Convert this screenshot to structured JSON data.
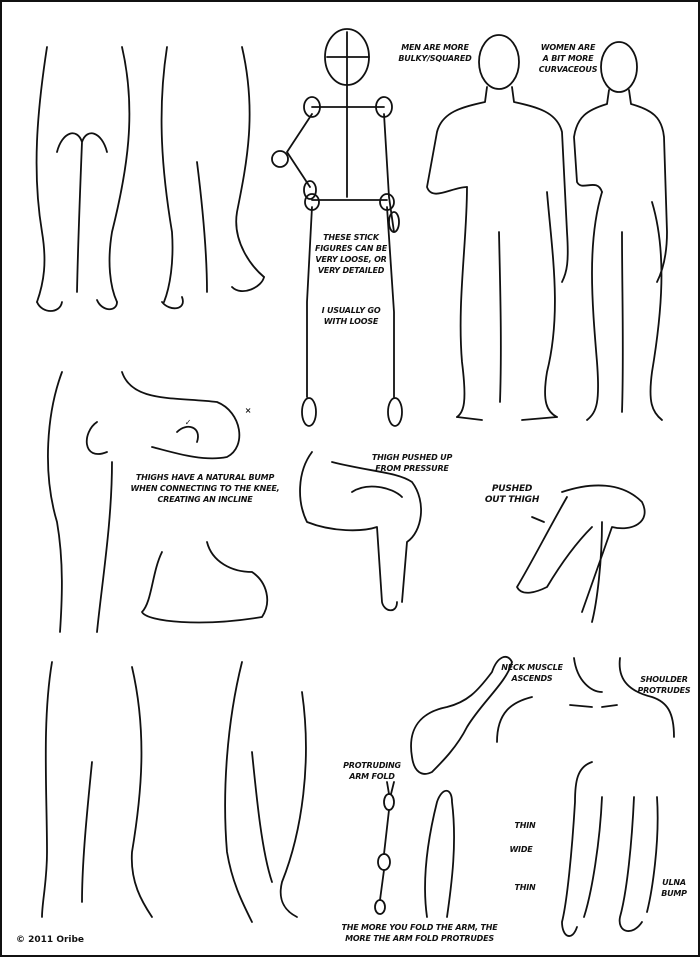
{
  "labels": {
    "men": "Men are more bulky/squared",
    "women": "Women are a bit more curvaceous",
    "stick_figures": "These stick figures can be very loose, or very detailed",
    "usually_loose": "I usually go with loose",
    "thigh_bump": "Thighs have a natural bump when connecting to the knee, creating an incline",
    "thigh_pushed_up": "Thigh pushed up from pressure",
    "pushed_out_thigh": "Pushed out thigh",
    "neck_muscle": "Neck muscle ascends",
    "shoulder": "Shoulder protrudes",
    "arm_fold": "Protruding arm fold",
    "thin_1": "Thin",
    "wide": "Wide",
    "thin_2": "Thin",
    "ulna": "Ulna bump",
    "fold_note": "The more you fold the arm, the more the arm fold protrudes",
    "check_mark": "✓",
    "x_mark": "×"
  },
  "copyright": "© 2011 Oribe"
}
